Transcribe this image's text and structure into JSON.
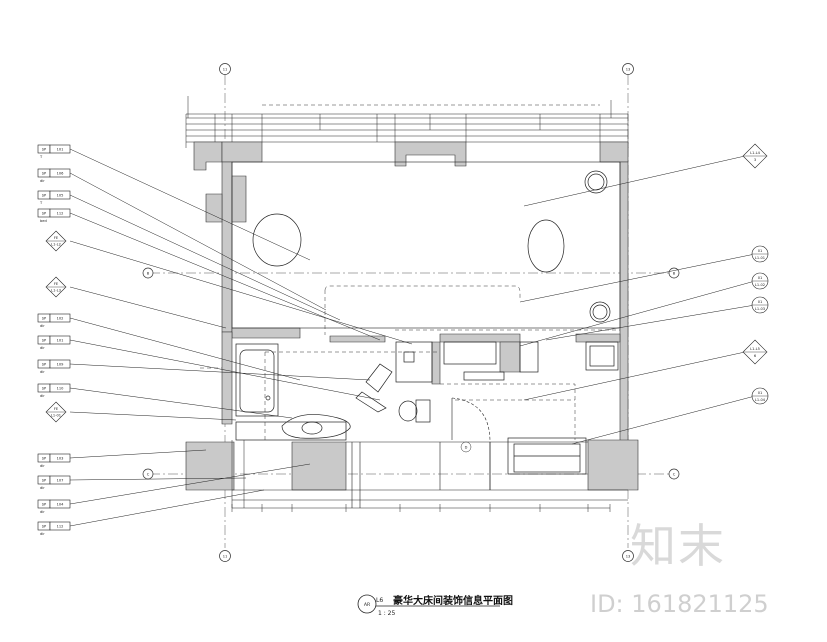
{
  "title_block": {
    "badge": "AR",
    "sheet_no": "L6",
    "title": "豪华大床间装饰信息平面图",
    "scale": "1 : 25"
  },
  "watermark": {
    "logo": "知末",
    "id_text": "ID: 161821125"
  },
  "grid_labels": {
    "top_left": "11",
    "top_right": "13",
    "bottom_left": "11",
    "bottom_right": "13",
    "left_mid": "B",
    "right_mid": "B",
    "left_low": "C",
    "right_low": "C"
  },
  "left_tags": [
    {
      "code": "SP",
      "num": "101",
      "sub": "T"
    },
    {
      "code": "SP",
      "num": "106",
      "sub": "dir"
    },
    {
      "code": "SP",
      "num": "105",
      "sub": "T"
    },
    {
      "code": "SP",
      "num": "112",
      "sub": "bed"
    },
    {
      "code": "FE",
      "num": "L1-L2",
      "sub": ""
    },
    {
      "code": "FE",
      "num": "L1-L3",
      "sub": ""
    },
    {
      "code": "SP",
      "num": "102",
      "sub": "dir"
    },
    {
      "code": "SP",
      "num": "101",
      "sub": "dir"
    },
    {
      "code": "SP",
      "num": "109",
      "sub": "dir"
    },
    {
      "code": "SP",
      "num": "110",
      "sub": "dir"
    },
    {
      "code": "FE",
      "num": "L1-01",
      "sub": ""
    },
    {
      "code": "SP",
      "num": "103",
      "sub": "dir"
    },
    {
      "code": "SP",
      "num": "107",
      "sub": "dir"
    },
    {
      "code": "SP",
      "num": "104",
      "sub": "dir"
    },
    {
      "code": "SP",
      "num": "112",
      "sub": "dir"
    }
  ],
  "right_tags": [
    {
      "code": "FE",
      "num": "L1-L4",
      "sub": "3"
    },
    {
      "code": "FE",
      "num": "01",
      "sub": "L1-01"
    },
    {
      "code": "FE",
      "num": "01",
      "sub": "L1-02"
    },
    {
      "code": "FE",
      "num": "01",
      "sub": "L1-03"
    },
    {
      "code": "FE",
      "num": "L1-L5",
      "sub": "6"
    },
    {
      "code": "FE",
      "num": "01",
      "sub": "L1-04"
    }
  ],
  "room_marks": {
    "entry_tag": "①",
    "left_small_tag": "A",
    "door_label": "D"
  }
}
